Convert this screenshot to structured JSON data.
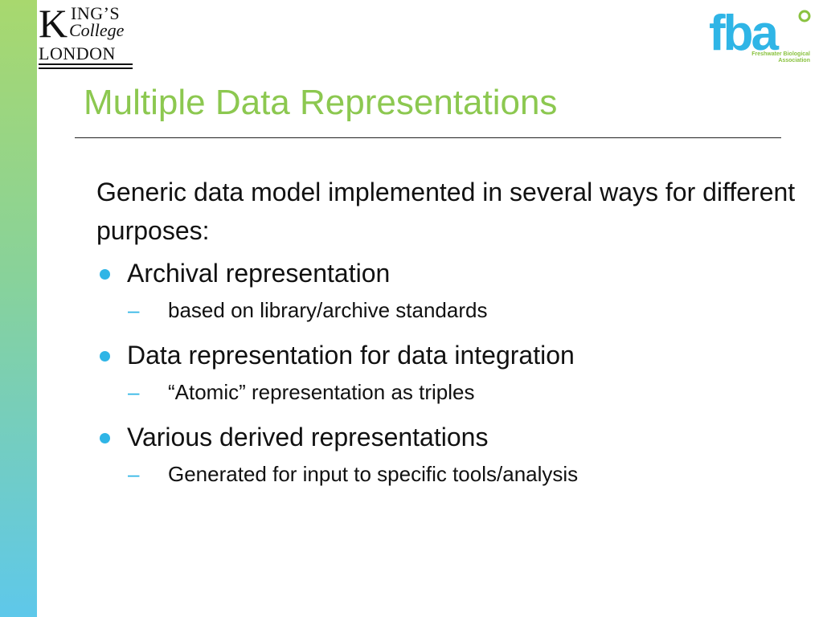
{
  "slide": {
    "title": "Multiple Data Representations",
    "intro": "Generic data model implemented in several ways for different purposes:",
    "bullets": [
      {
        "text": "Archival representation",
        "sub": "based on library/archive standards"
      },
      {
        "text": "Data representation for data integration",
        "sub": "“Atomic” representation as triples"
      },
      {
        "text": "Various derived representations",
        "sub": "Generated for input to specific tools/analysis"
      }
    ],
    "sub_marker": "–"
  },
  "logos": {
    "kcl": {
      "k": "K",
      "ings": "ING’S",
      "college": "College",
      "london": "LONDON"
    },
    "fba": {
      "mark": "fba",
      "caption": "Freshwater Biological Association"
    }
  },
  "colors": {
    "title": "#8cc850",
    "bullet": "#2fb5e6",
    "fba_primary": "#2fb5e6",
    "fba_secondary": "#8ac240"
  }
}
